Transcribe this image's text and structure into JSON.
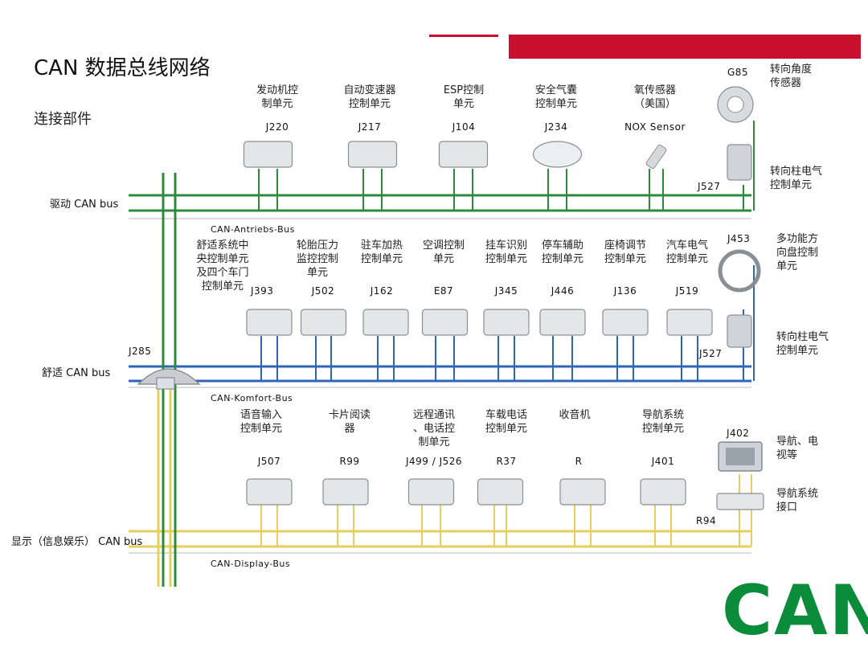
{
  "title": "CAN 数据总线网络",
  "subtitle": "连接部件",
  "logo_text": "CAN",
  "colors": {
    "accent": "#c8102e",
    "drive_bus": "#2e8b3e",
    "comfort_bus": "#2f66b3",
    "display_bus": "#e6cf5a",
    "logo": "#0a8c3a"
  },
  "buses": {
    "drive": {
      "name": "驱动 CAN bus",
      "label": "CAN-Antriebs-Bus"
    },
    "comfort": {
      "name": "舒适 CAN bus",
      "label": "CAN-Komfort-Bus"
    },
    "display": {
      "name": "显示（信息娱乐） CAN bus",
      "label": "CAN-Display-Bus"
    }
  },
  "gateway": {
    "code": "J285"
  },
  "drive_units": [
    {
      "name": "发动机控\n制单元",
      "code": "J220"
    },
    {
      "name": "自动变速器\n控制单元",
      "code": "J217"
    },
    {
      "name": "ESP控制\n单元",
      "code": "J104"
    },
    {
      "name": "安全气囊\n控制单元",
      "code": "J234"
    },
    {
      "name": "氧传感器\n（美国）",
      "code": "NOX Sensor"
    }
  ],
  "drive_right": [
    {
      "name": "转向角度\n传感器",
      "code": "G85"
    },
    {
      "name": "转向柱电气\n控制单元",
      "code": "J527"
    }
  ],
  "comfort_units": [
    {
      "name": "舒适系统中\n央控制单元\n及四个车门\n控制单元",
      "code": "J393"
    },
    {
      "name": "轮胎压力\n监控控制\n单元",
      "code": "J502"
    },
    {
      "name": "驻车加热\n控制单元",
      "code": "J162"
    },
    {
      "name": "空调控制\n单元",
      "code": "E87"
    },
    {
      "name": "挂车识别\n控制单元",
      "code": "J345"
    },
    {
      "name": "停车辅助\n控制单元",
      "code": "J446"
    },
    {
      "name": "座椅调节\n控制单元",
      "code": "J136"
    },
    {
      "name": "汽车电气\n控制单元",
      "code": "J519"
    }
  ],
  "comfort_right": [
    {
      "name": "多功能方\n向盘控制\n单元",
      "code": "J453"
    },
    {
      "name": "转向柱电气\n控制单元",
      "code": "J527"
    }
  ],
  "display_units": [
    {
      "name": "语音输入\n控制单元",
      "code": "J507"
    },
    {
      "name": "卡片阅读\n器",
      "code": "R99"
    },
    {
      "name": "远程通讯\n、电话控\n制单元",
      "code": "J499 / J526"
    },
    {
      "name": "车载电话\n控制单元",
      "code": "R37"
    },
    {
      "name": "收音机",
      "code": "R"
    },
    {
      "name": "导航系统\n控制单元",
      "code": "J401"
    }
  ],
  "display_right": [
    {
      "name": "导航、电\n视等",
      "code": "J402"
    },
    {
      "name": "导航系统\n接口",
      "code": "R94"
    }
  ]
}
